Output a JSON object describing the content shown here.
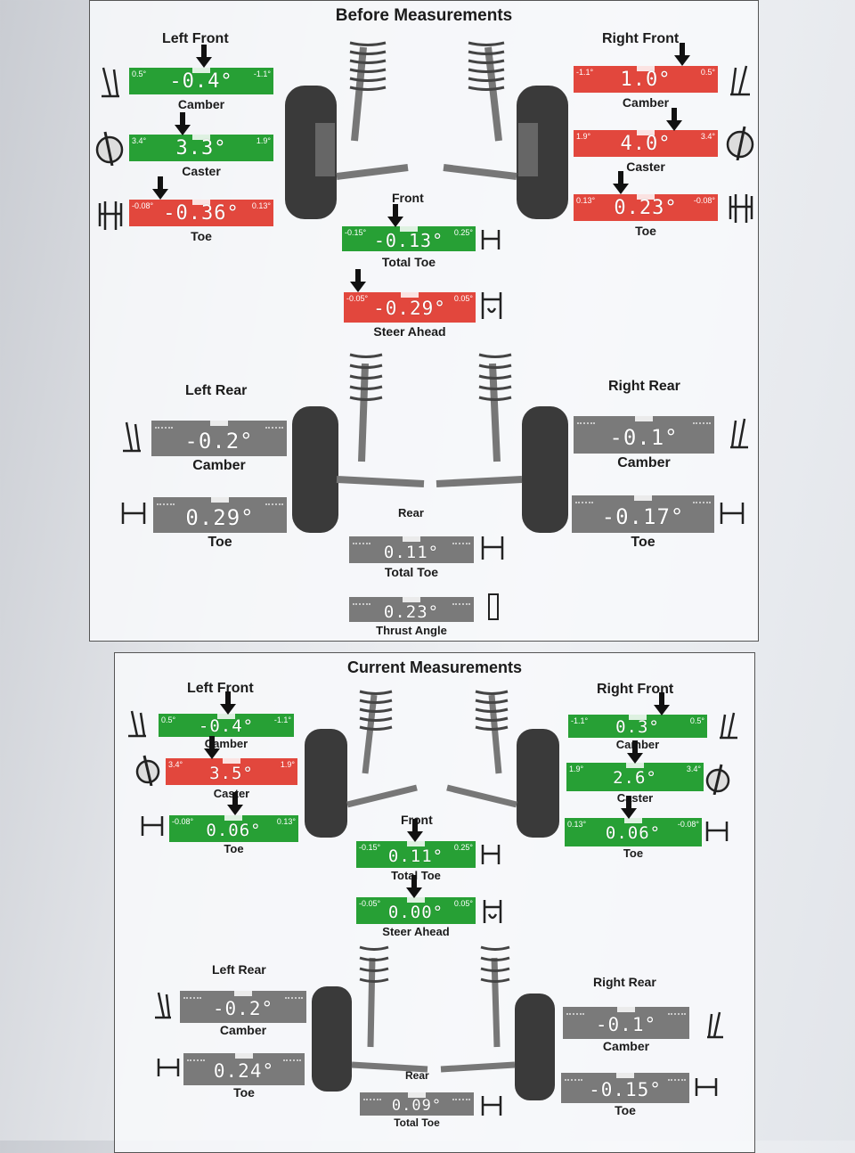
{
  "before": {
    "title": "Before Measurements",
    "front_label": "Front",
    "rear_label": "Rear",
    "left_front": {
      "heading": "Left Front",
      "camber": {
        "label": "Camber",
        "value": "-0.4°",
        "min": "0.5°",
        "max": "-1.1°",
        "status": "green"
      },
      "caster": {
        "label": "Caster",
        "value": "3.3°",
        "min": "3.4°",
        "max": "1.9°",
        "status": "green"
      },
      "toe": {
        "label": "Toe",
        "value": "-0.36°",
        "min": "-0.08°",
        "max": "0.13°",
        "status": "red"
      }
    },
    "right_front": {
      "heading": "Right Front",
      "camber": {
        "label": "Camber",
        "value": "1.0°",
        "min": "-1.1°",
        "max": "0.5°",
        "status": "red"
      },
      "caster": {
        "label": "Caster",
        "value": "4.0°",
        "min": "1.9°",
        "max": "3.4°",
        "status": "red"
      },
      "toe": {
        "label": "Toe",
        "value": "0.23°",
        "min": "0.13°",
        "max": "-0.08°",
        "status": "red"
      }
    },
    "total_toe": {
      "label": "Total Toe",
      "value": "-0.13°",
      "min": "-0.15°",
      "max": "0.25°",
      "status": "green"
    },
    "steer_ahead": {
      "label": "Steer Ahead",
      "value": "-0.29°",
      "min": "-0.05°",
      "max": "0.05°",
      "status": "red"
    },
    "left_rear": {
      "heading": "Left Rear",
      "camber": {
        "label": "Camber",
        "value": "-0.2°",
        "status": "gray"
      },
      "toe": {
        "label": "Toe",
        "value": "0.29°",
        "status": "gray"
      }
    },
    "right_rear": {
      "heading": "Right Rear",
      "camber": {
        "label": "Camber",
        "value": "-0.1°",
        "status": "gray"
      },
      "toe": {
        "label": "Toe",
        "value": "-0.17°",
        "status": "gray"
      }
    },
    "rear_total_toe": {
      "label": "Total Toe",
      "value": "0.11°",
      "status": "gray"
    },
    "thrust_angle": {
      "label": "Thrust Angle",
      "value": "0.23°",
      "status": "gray"
    }
  },
  "current": {
    "title": "Current Measurements",
    "front_label": "Front",
    "rear_label": "Rear",
    "left_front": {
      "heading": "Left Front",
      "camber": {
        "label": "Camber",
        "value": "-0.4°",
        "min": "0.5°",
        "max": "-1.1°",
        "status": "green"
      },
      "caster": {
        "label": "Caster",
        "value": "3.5°",
        "min": "3.4°",
        "max": "1.9°",
        "status": "red"
      },
      "toe": {
        "label": "Toe",
        "value": "0.06°",
        "min": "-0.08°",
        "max": "0.13°",
        "status": "green"
      }
    },
    "right_front": {
      "heading": "Right Front",
      "camber": {
        "label": "Camber",
        "value": "0.3°",
        "min": "-1.1°",
        "max": "0.5°",
        "status": "green"
      },
      "caster": {
        "label": "Caster",
        "value": "2.6°",
        "min": "1.9°",
        "max": "3.4°",
        "status": "green"
      },
      "toe": {
        "label": "Toe",
        "value": "0.06°",
        "min": "0.13°",
        "max": "-0.08°",
        "status": "green"
      }
    },
    "total_toe": {
      "label": "Total Toe",
      "value": "0.11°",
      "min": "-0.15°",
      "max": "0.25°",
      "status": "green"
    },
    "steer_ahead": {
      "label": "Steer Ahead",
      "value": "0.00°",
      "min": "-0.05°",
      "max": "0.05°",
      "status": "green"
    },
    "left_rear": {
      "heading": "Left Rear",
      "camber": {
        "label": "Camber",
        "value": "-0.2°",
        "status": "gray"
      },
      "toe": {
        "label": "Toe",
        "value": "0.24°",
        "status": "gray"
      }
    },
    "right_rear": {
      "heading": "Right Rear",
      "camber": {
        "label": "Camber",
        "value": "-0.1°",
        "status": "gray"
      },
      "toe": {
        "label": "Toe",
        "value": "-0.15°",
        "status": "gray"
      }
    },
    "rear_total_toe": {
      "label": "Total Toe",
      "value": "0.09°",
      "status": "gray"
    }
  },
  "colors": {
    "in_spec": "#27a035",
    "out_of_spec": "#e2473d",
    "no_spec": "#7a7a7a"
  },
  "icons": [
    "camber-icon",
    "caster-icon",
    "toe-icon",
    "total-toe-icon",
    "steer-ahead-icon",
    "thrust-angle-icon",
    "strut-assembly-icon"
  ]
}
